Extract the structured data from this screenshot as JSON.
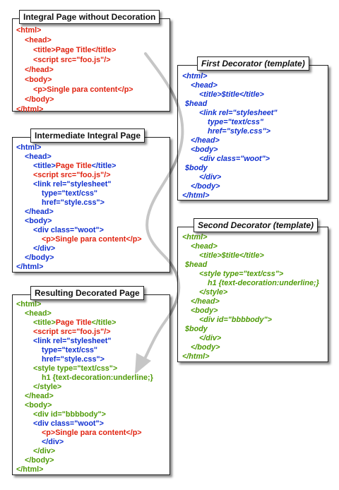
{
  "colors": {
    "original": "#e0220f",
    "first_decorator": "#1030d0",
    "second_decorator": "#4e9a06"
  },
  "panels": {
    "integral": {
      "title": "Integral Page without Decoration",
      "lines": [
        {
          "t": "<html>",
          "c": "red"
        },
        {
          "t": "<head>",
          "c": "red"
        },
        {
          "t": "<title>Page Title</title>",
          "c": "red"
        },
        {
          "t": "<script src=\"foo.js\"/>",
          "c": "red"
        },
        {
          "t": "</head>",
          "c": "red"
        },
        {
          "t": "<body>",
          "c": "red"
        },
        {
          "t": "<p>Single para content</p>",
          "c": "red"
        },
        {
          "t": "</body>",
          "c": "red"
        },
        {
          "t": "</html>",
          "c": "red"
        }
      ]
    },
    "first_decorator": {
      "title": "First Decorator (template)",
      "lines": [
        {
          "t": "<html>",
          "c": "blue"
        },
        {
          "t": "<head>",
          "c": "blue"
        },
        {
          "t": "<title>$title</title>",
          "c": "blue"
        },
        {
          "t": "$head",
          "c": "blue"
        },
        {
          "t": "<link rel=\"stylesheet\"",
          "c": "blue"
        },
        {
          "t": "type=\"text/css\"",
          "c": "blue"
        },
        {
          "t": "href=\"style.css\">",
          "c": "blue"
        },
        {
          "t": "</head>",
          "c": "blue"
        },
        {
          "t": "<body>",
          "c": "blue"
        },
        {
          "t": "<div class=\"woot\">",
          "c": "blue"
        },
        {
          "t": "$body",
          "c": "blue"
        },
        {
          "t": "</div>",
          "c": "blue"
        },
        {
          "t": "</body>",
          "c": "blue"
        },
        {
          "t": "</html>",
          "c": "blue"
        }
      ]
    },
    "intermediate": {
      "title": "Intermediate Integral Page",
      "lines": [
        {
          "t": "<html>",
          "c": "blue"
        },
        {
          "t": "<head>",
          "c": "blue"
        },
        {
          "segs": [
            {
              "t": "<title>",
              "c": "blue"
            },
            {
              "t": "Page Title",
              "c": "red"
            },
            {
              "t": "</title>",
              "c": "blue"
            }
          ]
        },
        {
          "t": "<script src=\"foo.js\"/>",
          "c": "red"
        },
        {
          "t": "<link rel=\"stylesheet\"",
          "c": "blue"
        },
        {
          "t": "type=\"text/css\"",
          "c": "blue"
        },
        {
          "t": "href=\"style.css\">",
          "c": "blue"
        },
        {
          "t": "</head>",
          "c": "blue"
        },
        {
          "t": "<body>",
          "c": "blue"
        },
        {
          "t": "<div class=\"woot\">",
          "c": "blue"
        },
        {
          "t": "<p>Single para content</p>",
          "c": "red"
        },
        {
          "t": "</div>",
          "c": "blue"
        },
        {
          "t": "</body>",
          "c": "blue"
        },
        {
          "t": "</html>",
          "c": "blue"
        }
      ]
    },
    "second_decorator": {
      "title": "Second Decorator (template)",
      "lines": [
        {
          "t": "<html>",
          "c": "green"
        },
        {
          "t": "<head>",
          "c": "green"
        },
        {
          "t": "<title>$title</title>",
          "c": "green"
        },
        {
          "t": "$head",
          "c": "green"
        },
        {
          "t": "<style type=\"text/css\">",
          "c": "green"
        },
        {
          "t": "h1 {text-decoration:underline;}",
          "c": "green"
        },
        {
          "t": "</style>",
          "c": "green"
        },
        {
          "t": "</head>",
          "c": "green"
        },
        {
          "t": "<body>",
          "c": "green"
        },
        {
          "t": "<div id=\"bbbbody\">",
          "c": "green"
        },
        {
          "t": "$body",
          "c": "green"
        },
        {
          "t": "</div>",
          "c": "green"
        },
        {
          "t": "</body>",
          "c": "green"
        },
        {
          "t": "</html>",
          "c": "green"
        }
      ]
    },
    "result": {
      "title": "Resulting Decorated Page",
      "lines": [
        {
          "t": "<html>",
          "c": "green"
        },
        {
          "t": "<head>",
          "c": "green"
        },
        {
          "segs": [
            {
              "t": "<title>",
              "c": "green"
            },
            {
              "t": "Page Title",
              "c": "red"
            },
            {
              "t": "</title>",
              "c": "green"
            }
          ]
        },
        {
          "t": "<script src=\"foo.js\"/>",
          "c": "red"
        },
        {
          "t": "<link rel=\"stylesheet\"",
          "c": "blue"
        },
        {
          "t": "type=\"text/css\"",
          "c": "blue"
        },
        {
          "t": "href=\"style.css\">",
          "c": "blue"
        },
        {
          "t": "<style type=\"text/css\">",
          "c": "green"
        },
        {
          "t": "h1 {text-decoration:underline;}",
          "c": "green"
        },
        {
          "t": "</style>",
          "c": "green"
        },
        {
          "t": "</head>",
          "c": "green"
        },
        {
          "t": "<body>",
          "c": "green"
        },
        {
          "t": "<div id=\"bbbbody\">",
          "c": "green"
        },
        {
          "t": "<div class=\"woot\">",
          "c": "blue"
        },
        {
          "t": "<p>Single para content</p>",
          "c": "red"
        },
        {
          "t": "</div>",
          "c": "blue"
        },
        {
          "t": "</div>",
          "c": "green"
        },
        {
          "t": "</body>",
          "c": "green"
        },
        {
          "t": "</html>",
          "c": "green"
        }
      ]
    }
  }
}
